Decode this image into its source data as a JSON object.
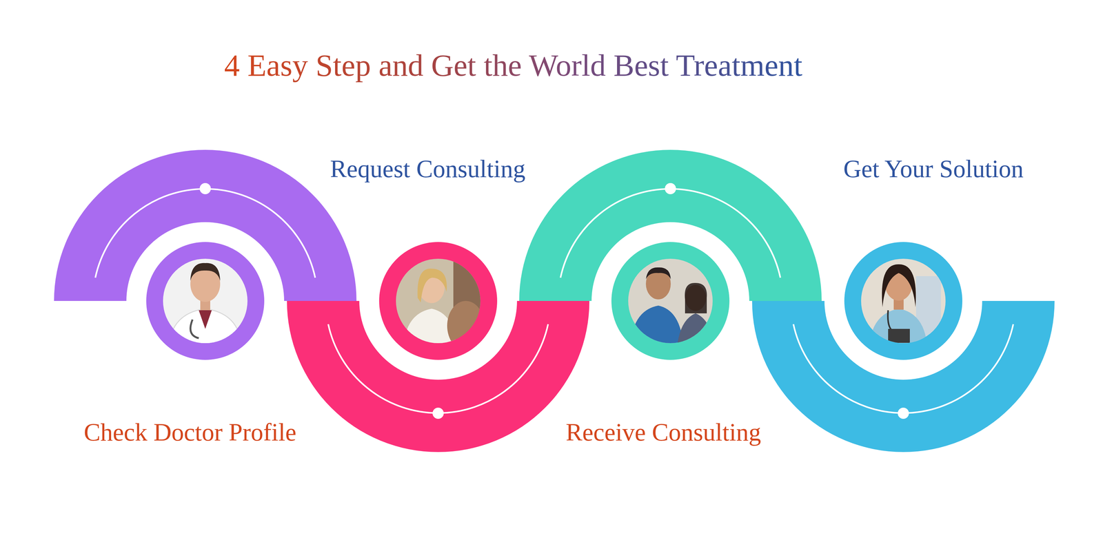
{
  "diagram": {
    "title": "4 Easy Step and Get the World Best Treatment",
    "nodes": [
      {
        "text": [
          "Check Doctor Profile"
        ]
      },
      {
        "text": [
          "Request Consulting"
        ]
      },
      {
        "text": [
          "Receive Consulting"
        ]
      },
      {
        "text": [
          "Get Your Solution"
        ]
      }
    ]
  }
}
